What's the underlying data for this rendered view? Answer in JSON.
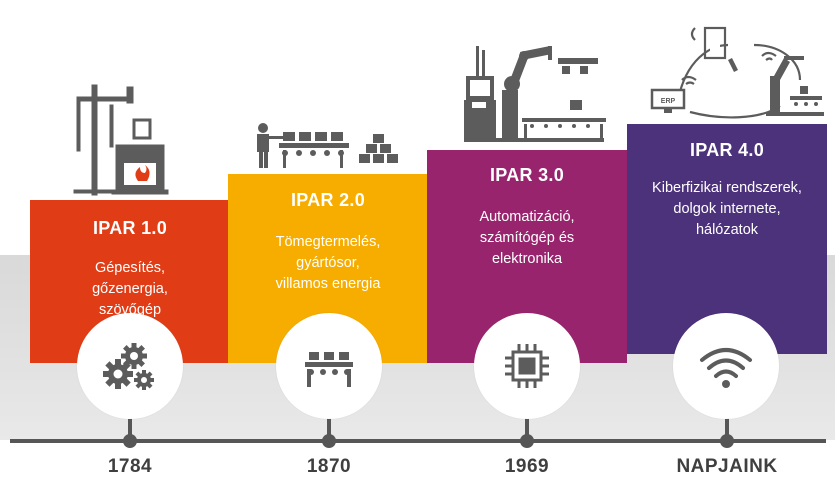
{
  "stages": [
    {
      "title": "IPAR 1.0",
      "desc": [
        "Gépesítés,",
        "gőzenergia,",
        "szövőgép"
      ],
      "year": "1784",
      "color": "#e03d17",
      "icon": "gears-icon"
    },
    {
      "title": "IPAR 2.0",
      "desc": [
        "Tömegtermelés,",
        "gyártósor,",
        "villamos energia"
      ],
      "year": "1870",
      "color": "#f7ac00",
      "icon": "conveyor-icon"
    },
    {
      "title": "IPAR 3.0",
      "desc": [
        "Automatizáció,",
        "számítógép és",
        "elektronika"
      ],
      "year": "1969",
      "color": "#98246e",
      "icon": "chip-icon"
    },
    {
      "title": "IPAR 4.0",
      "desc": [
        "Kiberfizikai rendszerek,",
        "dolgok internete,",
        "hálózatok"
      ],
      "year": "NAPJAINK",
      "color": "#4c317b",
      "icon": "wifi-icon"
    }
  ],
  "illustration_labels": {
    "erp": "ERP"
  }
}
